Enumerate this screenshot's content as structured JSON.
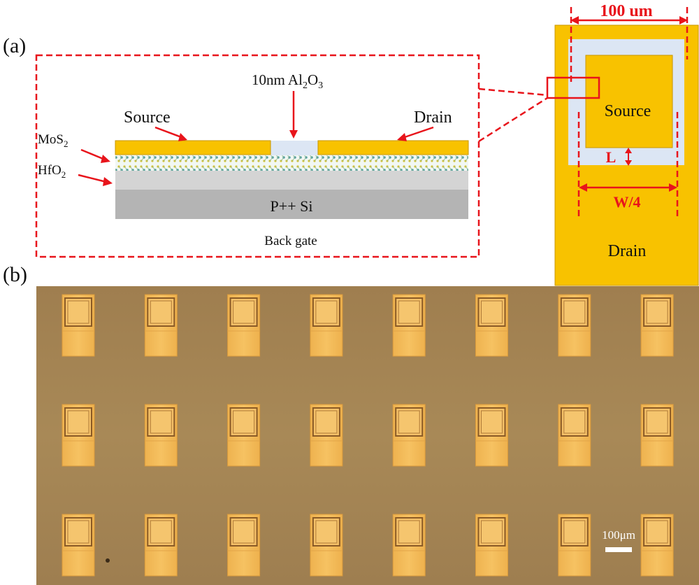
{
  "panel_a": {
    "label": "(a)",
    "oxide_prefix": "10nm Al",
    "oxide_sub1": "2",
    "oxide_mid": "O",
    "oxide_sub2": "3",
    "source": "Source",
    "drain": "Drain",
    "mos2": "MoS",
    "mos2_sub": "2",
    "hfo2": "HfO",
    "hfo2_sub": "2",
    "substrate": "P++ Si",
    "gate": "Back gate"
  },
  "top_view": {
    "width_label": "100 um",
    "source": "Source",
    "drain": "Drain",
    "length_label": "L",
    "width4_label": "W/4"
  },
  "panel_b": {
    "label": "(b)",
    "scale_bar_label": "100μm",
    "rows": 3,
    "cols": 8
  },
  "colors": {
    "gold": "#f8c200",
    "gold_dark": "#c99700",
    "gap": "#dce6f4",
    "red": "#e8141b",
    "hfo2": "#d4d4d4",
    "silicon": "#b4b4b4",
    "micrograph_bg": "#a58455",
    "pad": "#f2b754"
  }
}
